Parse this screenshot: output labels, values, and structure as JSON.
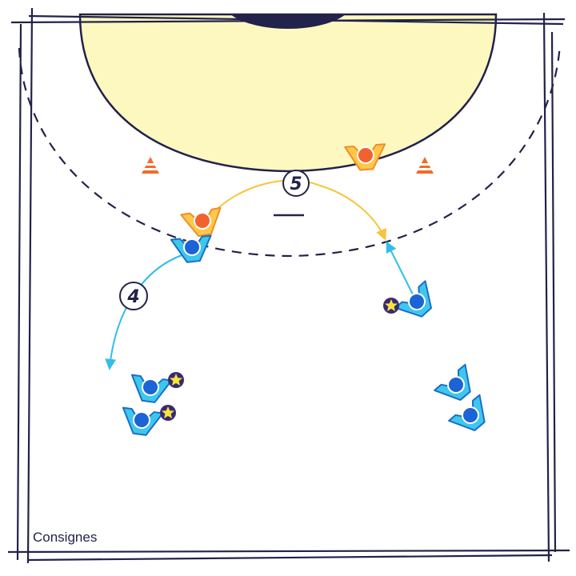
{
  "caption": "Consignes",
  "steps": {
    "step_4": "4",
    "step_5": "5"
  },
  "colors": {
    "line": "#22224a",
    "goal_area": "#fdf8c0",
    "attacker_fill": "#3ec7ee",
    "attacker_edge": "#1a6fc4",
    "attacker_head": "#1c63d6",
    "defender_fill": "#ffc845",
    "defender_edge": "#f08d2c",
    "defender_head": "#f2622f",
    "cone": "#f26b2b",
    "ball": "#f5e63b",
    "ball_edge": "#3a2a72",
    "arrow_attack": "#33bde9",
    "arrow_defense": "#f7c43a"
  },
  "icons": [
    "attacker-icon",
    "defender-icon",
    "ball-icon",
    "cone-icon",
    "arrow-icon"
  ]
}
